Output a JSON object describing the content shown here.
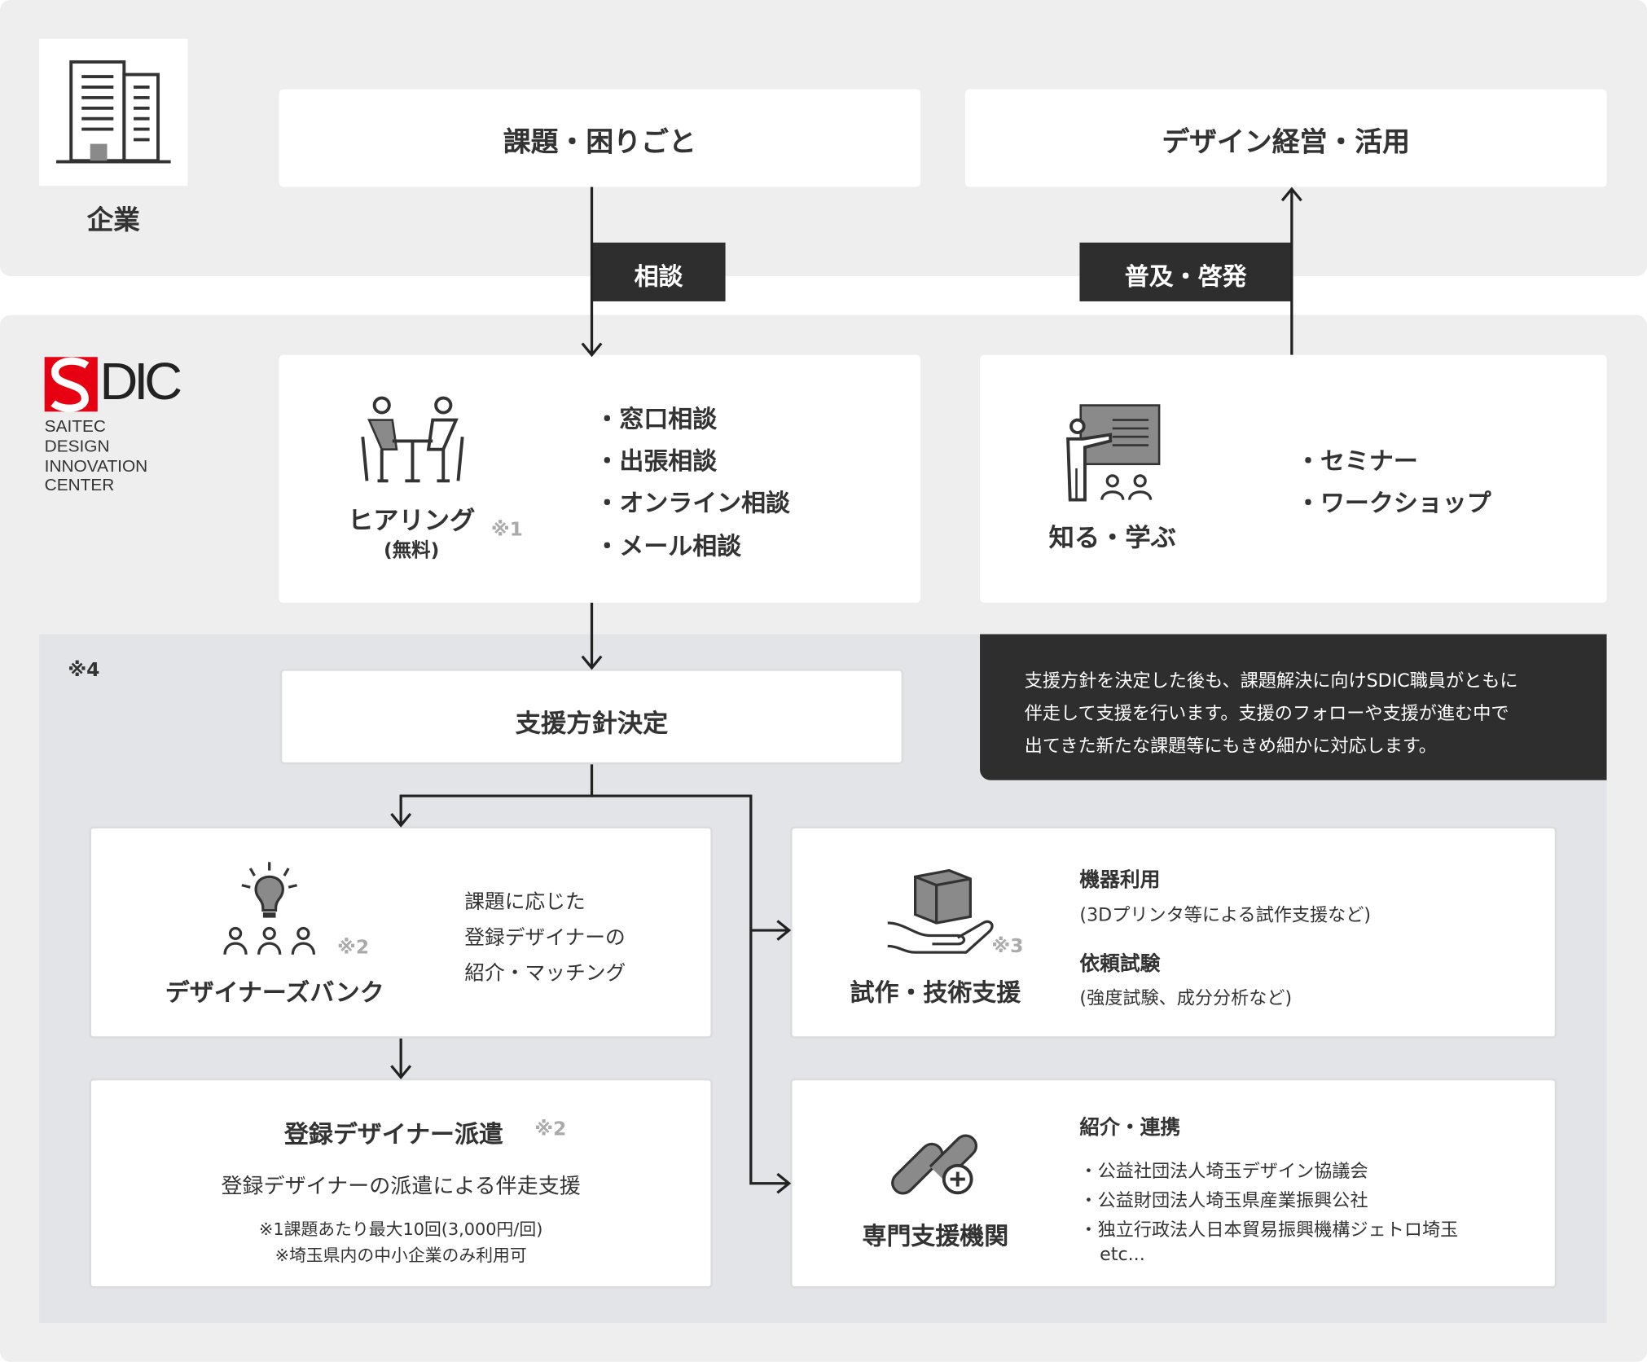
{
  "company": {
    "label": "企業",
    "issues": "課題・困りごと",
    "design_use": "デザイン経営・活用"
  },
  "flow_labels": {
    "consult": "相談",
    "spread": "普及・啓発"
  },
  "sdic": {
    "logo_mark": "SDIC",
    "name_lines": [
      "SAITEC",
      "DESIGN",
      "INNOVATION",
      "CENTER"
    ]
  },
  "hearing": {
    "title": "ヒアリング",
    "subtitle": "(無料)",
    "note": "※1",
    "items": [
      "・窓口相談",
      "・出張相談",
      "・オンライン相談",
      "・メール相談"
    ]
  },
  "learn": {
    "title": "知る・学ぶ",
    "items": [
      "・セミナー",
      "・ワークショップ"
    ]
  },
  "support_area": {
    "note": "※4",
    "policy": "支援方針決定",
    "desc_lines": [
      "支援方針を決定した後も、課題解決に向けSDIC職員がともに",
      "伴走して支援を行います。支援のフォローや支援が進む中で",
      "出てきた新たな課題等にもきめ細かに対応します。"
    ]
  },
  "designer_bank": {
    "title": "デザイナーズバンク",
    "note": "※2",
    "desc_lines": [
      "課題に応じた",
      "登録デザイナーの",
      "紹介・マッチング"
    ]
  },
  "dispatch": {
    "title": "登録デザイナー派遣",
    "note": "※2",
    "desc": "登録デザイナーの派遣による伴走支援",
    "fine_lines": [
      "※1課題あたり最大10回(3,000円/回)",
      "※埼玉県内の中小企業のみ利用可"
    ]
  },
  "prototype": {
    "title": "試作・技術支援",
    "note": "※3",
    "items": [
      {
        "head": "機器利用",
        "sub": "(3Dプリンタ等による試作支援など)"
      },
      {
        "head": "依頼試験",
        "sub": "(強度試験、成分分析など)"
      }
    ]
  },
  "agencies": {
    "title": "専門支援機関",
    "head": "紹介・連携",
    "items": [
      "・公益社団法人埼玉デザイン協議会",
      "・公益財団法人埼玉県産業振興公社",
      "・独立行政法人日本貿易振興機構ジェトロ埼玉"
    ],
    "etc": "etc..."
  },
  "colors": {
    "band": "#eeeeef",
    "inner_band": "#e3e4e7",
    "dark": "#2e2e2e",
    "logo_red": "#e60012",
    "note_gray": "#aaaaaa"
  }
}
